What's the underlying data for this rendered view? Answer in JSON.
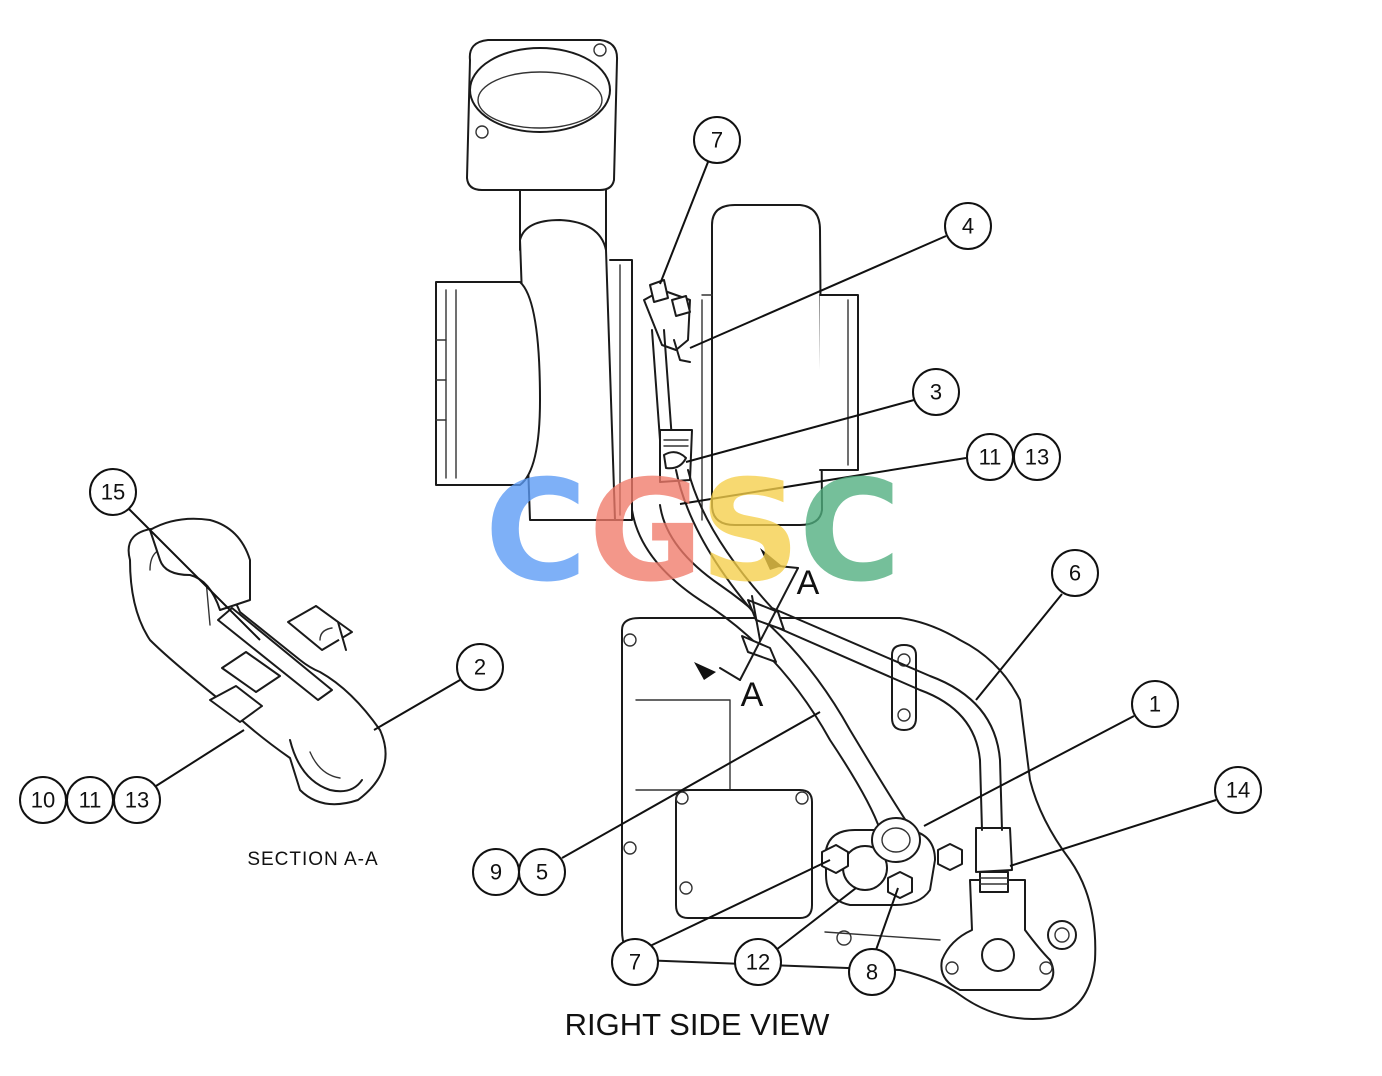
{
  "captions": {
    "main_view": "RIGHT SIDE VIEW",
    "section_view": "SECTION A-A",
    "section_marker_upper": "A",
    "section_marker_lower": "A"
  },
  "callouts": [
    {
      "id": "c7-top",
      "label": "7"
    },
    {
      "id": "c4",
      "label": "4"
    },
    {
      "id": "c3",
      "label": "3"
    },
    {
      "id": "c11-upper",
      "label": "11"
    },
    {
      "id": "c13-upper",
      "label": "13"
    },
    {
      "id": "c6",
      "label": "6"
    },
    {
      "id": "c1",
      "label": "1"
    },
    {
      "id": "c14",
      "label": "14"
    },
    {
      "id": "c15",
      "label": "15"
    },
    {
      "id": "c2",
      "label": "2"
    },
    {
      "id": "c10",
      "label": "10"
    },
    {
      "id": "c11-lower",
      "label": "11"
    },
    {
      "id": "c13-lower",
      "label": "13"
    },
    {
      "id": "c9",
      "label": "9"
    },
    {
      "id": "c5",
      "label": "5"
    },
    {
      "id": "c7-bottom",
      "label": "7"
    },
    {
      "id": "c12",
      "label": "12"
    },
    {
      "id": "c8",
      "label": "8"
    }
  ],
  "watermark": {
    "letters": [
      "C",
      "G",
      "S",
      "C"
    ],
    "colors": [
      "#5b9bf5",
      "#f07a6a",
      "#f5cf4a",
      "#4fae7e"
    ]
  }
}
